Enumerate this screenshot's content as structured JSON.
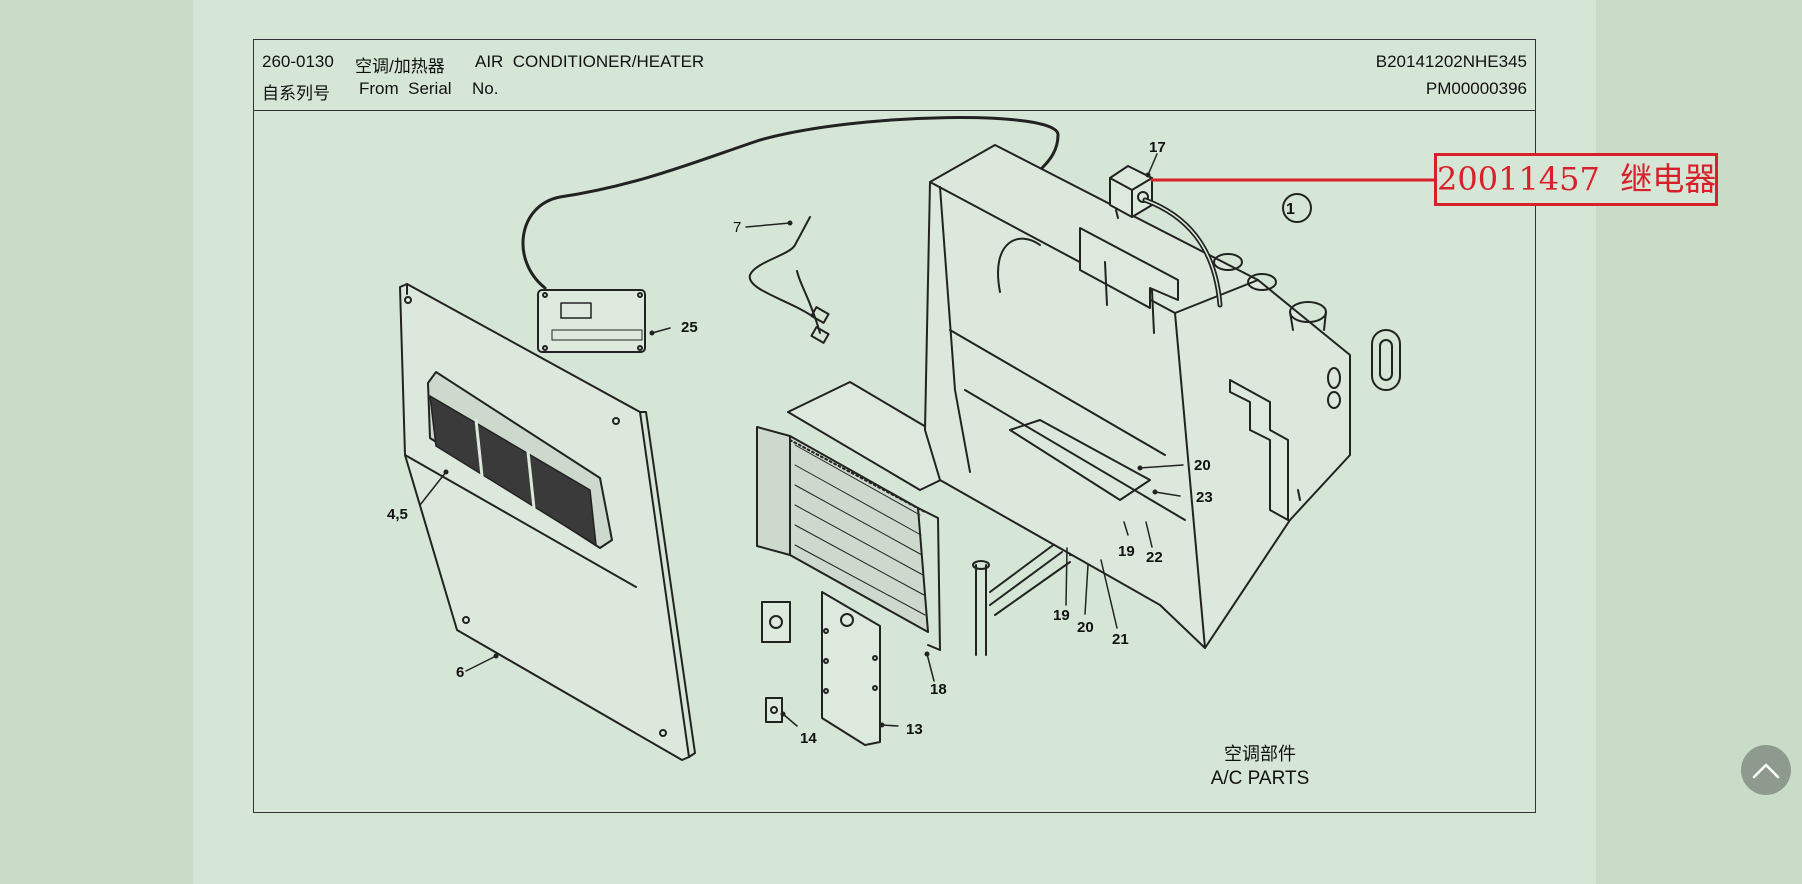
{
  "header": {
    "code": "260-0130",
    "title_cn": "空调/加热器",
    "title_en": "AIR  CONDITIONER/HEATER",
    "serial_label_cn": "自系列号",
    "serial_label_en": "From  Serial",
    "serial_no": "No.",
    "doc_no": "B20141202NHE345",
    "part_no": "PM00000396"
  },
  "callout": {
    "part_label": "20011457  继电器",
    "color": "#d8202a"
  },
  "diagram": {
    "view_marker": "1",
    "labels": {
      "l17": "17",
      "l7": "7",
      "l25": "25",
      "l45": "4,5",
      "l6": "6",
      "l20a": "20",
      "l23": "23",
      "l19a": "19",
      "l22": "22",
      "l19b": "19",
      "l20b": "20",
      "l21": "21",
      "l18": "18",
      "l13": "13",
      "l14": "14"
    }
  },
  "caption": {
    "cn": "空调部件",
    "en": "A/C PARTS"
  },
  "controls": {
    "scroll_top_icon": "chevron-up-icon"
  }
}
